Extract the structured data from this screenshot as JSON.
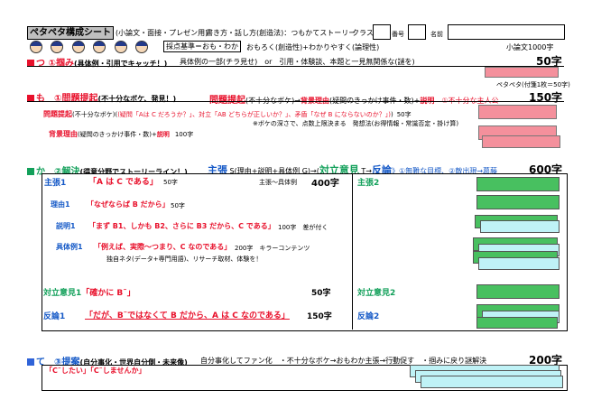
{
  "header": {
    "title": "ペタペタ構成シート",
    "types": "(小論文・面接・プレゼン用)",
    "howto": "書き方・話し方(創造法)：つもかてストーリー",
    "class_label": "クラス",
    "number_label": "番号",
    "name_label": "名前",
    "criteria_label": "採点基準＝おも・わか",
    "criteria_text": "おもろく(創造性)+わかりやすく(論理性)",
    "essay_chars": "小論文1000字",
    "sticky_note": "ペタペタ(付箋1枚＝50字)"
  },
  "section_tsu": {
    "label": "つ",
    "title": "①掴み",
    "subtitle": "(具体例・引用でキャッチ！)",
    "desc": "具体例の一部(チラ見せ)　or　引用・体験談、本題と一見無関係な(謎を)",
    "chars": "50字"
  },
  "section_mo": {
    "label": "も",
    "title": "①問題提起",
    "subtitle": "(不十分なボケ、発見！)",
    "main_a": "問題提起",
    "main_b": "(不十分なボケ)→",
    "main_c": "背景理由",
    "main_d": "(疑問のきっかけ事件・数)+",
    "main_e": "説明",
    "main_f": "①不十分な主人公",
    "chars": "150字",
    "line1_a": "問題提起",
    "line1_b": "(不十分なボケ)",
    "line1_c": "(疑問「Aは C だろうか？」、対立「AB どちらが正しいか？」、矛盾「なぜ B にならないのか？」)",
    "line1_d": "50字",
    "note": "※ボケの深さで、点数上限決まる　発想法(お得情報・常識否定・掛け算)",
    "line2_a": "背景理由",
    "line2_b": "(疑問のきっかけ事件・数)+",
    "line2_c": "説明",
    "line2_d": "100字"
  },
  "section_ka": {
    "label": "か",
    "title": "②解決",
    "subtitle": "(得意分野でストーリーライン！)",
    "claim": "主張",
    "claim_formula": "S(理由+説明+具体例 G)→(",
    "counter": "対立意見",
    "counter_formula": "T→",
    "rebuttal": "反論",
    "rebuttal_formula": "》①無難な目標、②敵出現→葛藤",
    "chars": "600字"
  },
  "main_box": {
    "claim1_label": "主張1",
    "claim1_text": "「A は C である」",
    "claim1_chars": "50字",
    "claim_mid": "主張～具体例",
    "claim_mid_chars": "400字",
    "reason1_label": "理由1",
    "reason1_text": "「なぜならば B だから」",
    "reason1_chars": "50字",
    "explain1_label": "説明1",
    "explain1_text": "「まず B1、しかも B2、さらに B3 だから、C である」",
    "explain1_chars": "100字　差が付く",
    "example1_label": "具体例1",
    "example1_text": "「例えば、実際～つまり、C なのである」",
    "example1_chars": "200字　キラーコンテンツ",
    "example1_note": "独自ネタ(データ+専門用語)、リサーチ取材、体験を！",
    "counter1_label": "対立意見1",
    "counter1_text": "「確かに B˜」",
    "counter1_chars": "50字",
    "rebuttal1_label": "反論1",
    "rebuttal1_text": "「だが、B˜ではなくて B だから、A は C なのである」",
    "rebuttal1_chars": "150字",
    "claim2_label": "主張2",
    "counter2_label": "対立意見2",
    "rebuttal2_label": "反論2"
  },
  "section_te": {
    "label": "て",
    "title": "③提案",
    "subtitle": "(自分事化・世界自分側・未来像)",
    "desc": "自分事化してファン化　・不十分なボケ→おもわか主張→行動促す　・掴みに戻り謎解決",
    "chars": "200字",
    "box_text": "「C˜したい」「C˜しませんか」"
  },
  "colors": {
    "red": "#e8102b",
    "blue": "#1559c7",
    "green": "#12a05a",
    "pink": "#f4909c",
    "lightgreen": "#48c060",
    "cyan": "#bff2f6"
  }
}
